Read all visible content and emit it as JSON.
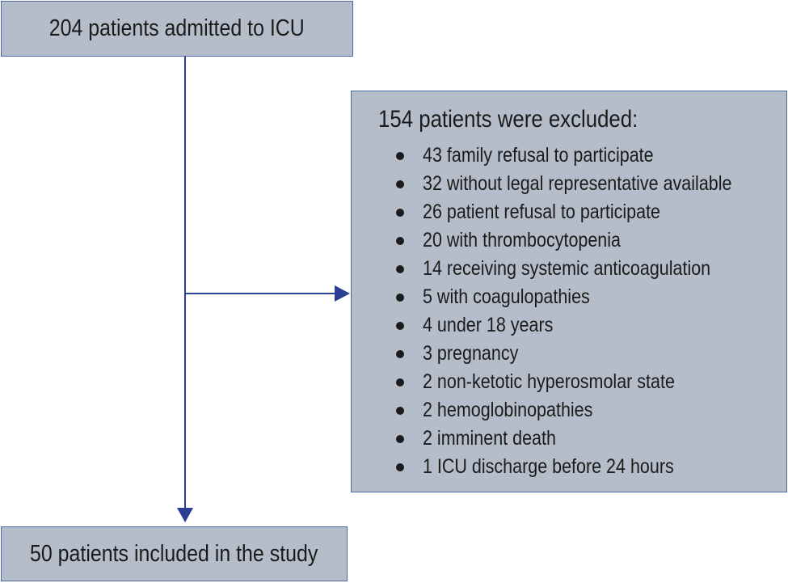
{
  "flow": {
    "top_box": "204 patients admitted to ICU",
    "exclusion": {
      "heading": "154 patients were excluded:",
      "items": [
        "43 family refusal to participate",
        "32 without legal representative available",
        "26 patient refusal to participate",
        "20 with thrombocytopenia",
        "14 receiving systemic anticoagulation",
        "5 with coagulopathies",
        "4 under 18 years",
        "3 pregnancy",
        "2 non-ketotic hyperosmolar state",
        "2 hemoglobinopathies",
        "2 imminent death",
        "1 ICU discharge before 24 hours"
      ]
    },
    "bottom_box": "50 patients included in the study"
  },
  "colors": {
    "box_fill": "#b5bcca",
    "box_border": "#4c6aa8",
    "arrow": "#2b3f93"
  }
}
